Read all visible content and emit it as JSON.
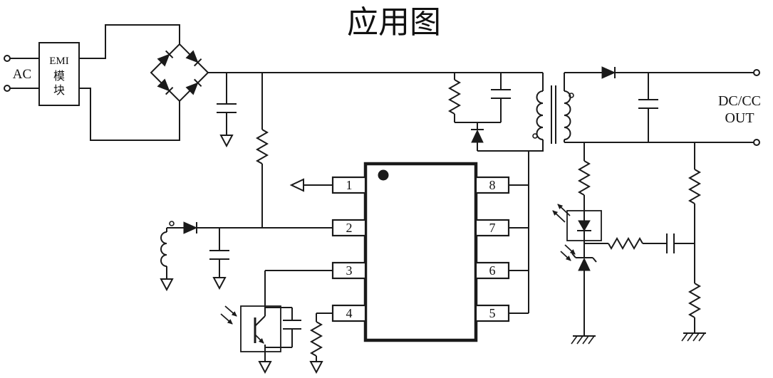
{
  "title": "应用图",
  "ac_input": {
    "label": "AC"
  },
  "emi_block": {
    "line1": "EMI",
    "line2": "模",
    "line3": "块"
  },
  "output": {
    "line1": "DC/CC",
    "line2": "OUT"
  },
  "ic": {
    "pins_left": [
      "1",
      "2",
      "3",
      "4"
    ],
    "pins_right": [
      "8",
      "7",
      "6",
      "5"
    ]
  },
  "colors": {
    "line": "#1a1a1a",
    "background": "#ffffff"
  },
  "symbol_names": [
    "ac-terminal",
    "emi-filter-block",
    "bridge-rectifier",
    "bulk-capacitor",
    "startup-resistor",
    "snubber-resistor",
    "snubber-capacitor",
    "clamp-diode",
    "flyback-transformer",
    "controller-ic",
    "aux-winding",
    "aux-diode",
    "vcc-capacitor",
    "opto-transistor",
    "compensation-capacitor",
    "cs-resistor",
    "output-diode",
    "output-capacitor",
    "led-series-resistor",
    "opto-led",
    "shunt-regulator",
    "compensation-network",
    "divider-resistor-upper",
    "divider-resistor-lower",
    "ground-arrow",
    "earth-ground"
  ]
}
